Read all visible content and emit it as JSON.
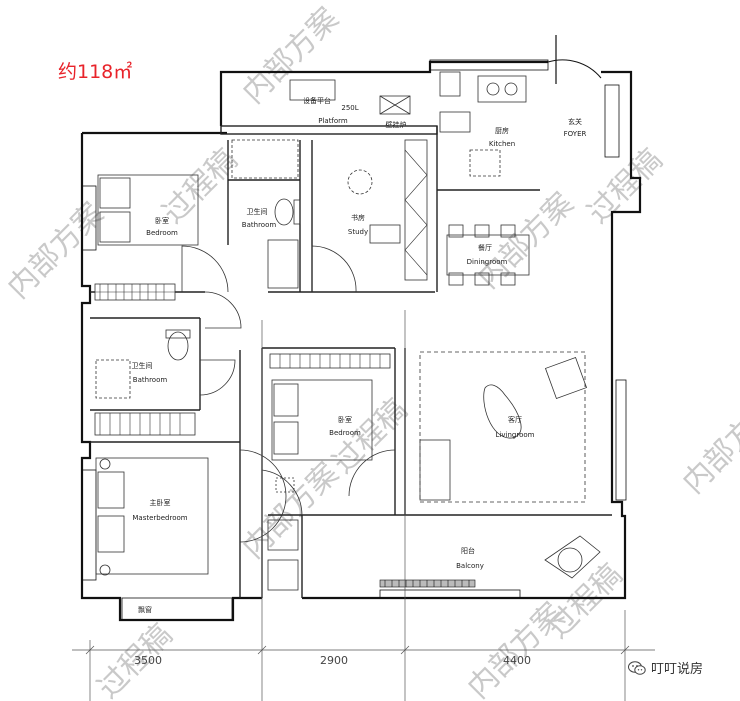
{
  "area_label": "约118㎡",
  "rooms": {
    "platform": {
      "cn": "设备平台",
      "en": "Platform",
      "extra": "250L"
    },
    "wall_cabinet": {
      "cn": "壁挂炉"
    },
    "kitchen": {
      "cn": "厨房",
      "en": "Kitchen"
    },
    "foyer": {
      "cn": "玄关",
      "en": "FOYER"
    },
    "bedroom1": {
      "cn": "卧室",
      "en": "Bedroom"
    },
    "bathroom1": {
      "cn": "卫生间",
      "en": "Bathroom"
    },
    "study": {
      "cn": "书房",
      "en": "Study"
    },
    "dining": {
      "cn": "餐厅",
      "en": "Diningroom"
    },
    "bathroom2": {
      "cn": "卫生间",
      "en": "Bathroom"
    },
    "bedroom2": {
      "cn": "卧室",
      "en": "Bedroom"
    },
    "living": {
      "cn": "客厅",
      "en": "Livingroom"
    },
    "master": {
      "cn": "主卧室",
      "en": "Masterbedroom"
    },
    "bay": {
      "cn": "飘窗"
    },
    "balcony": {
      "cn": "阳台",
      "en": "Balcony"
    }
  },
  "dimensions": [
    "3500",
    "2900",
    "4400"
  ],
  "watermark": [
    "内部方案",
    "过程稿"
  ],
  "brand": {
    "name": "叮叮说房",
    "icon": "wechat-icon"
  }
}
